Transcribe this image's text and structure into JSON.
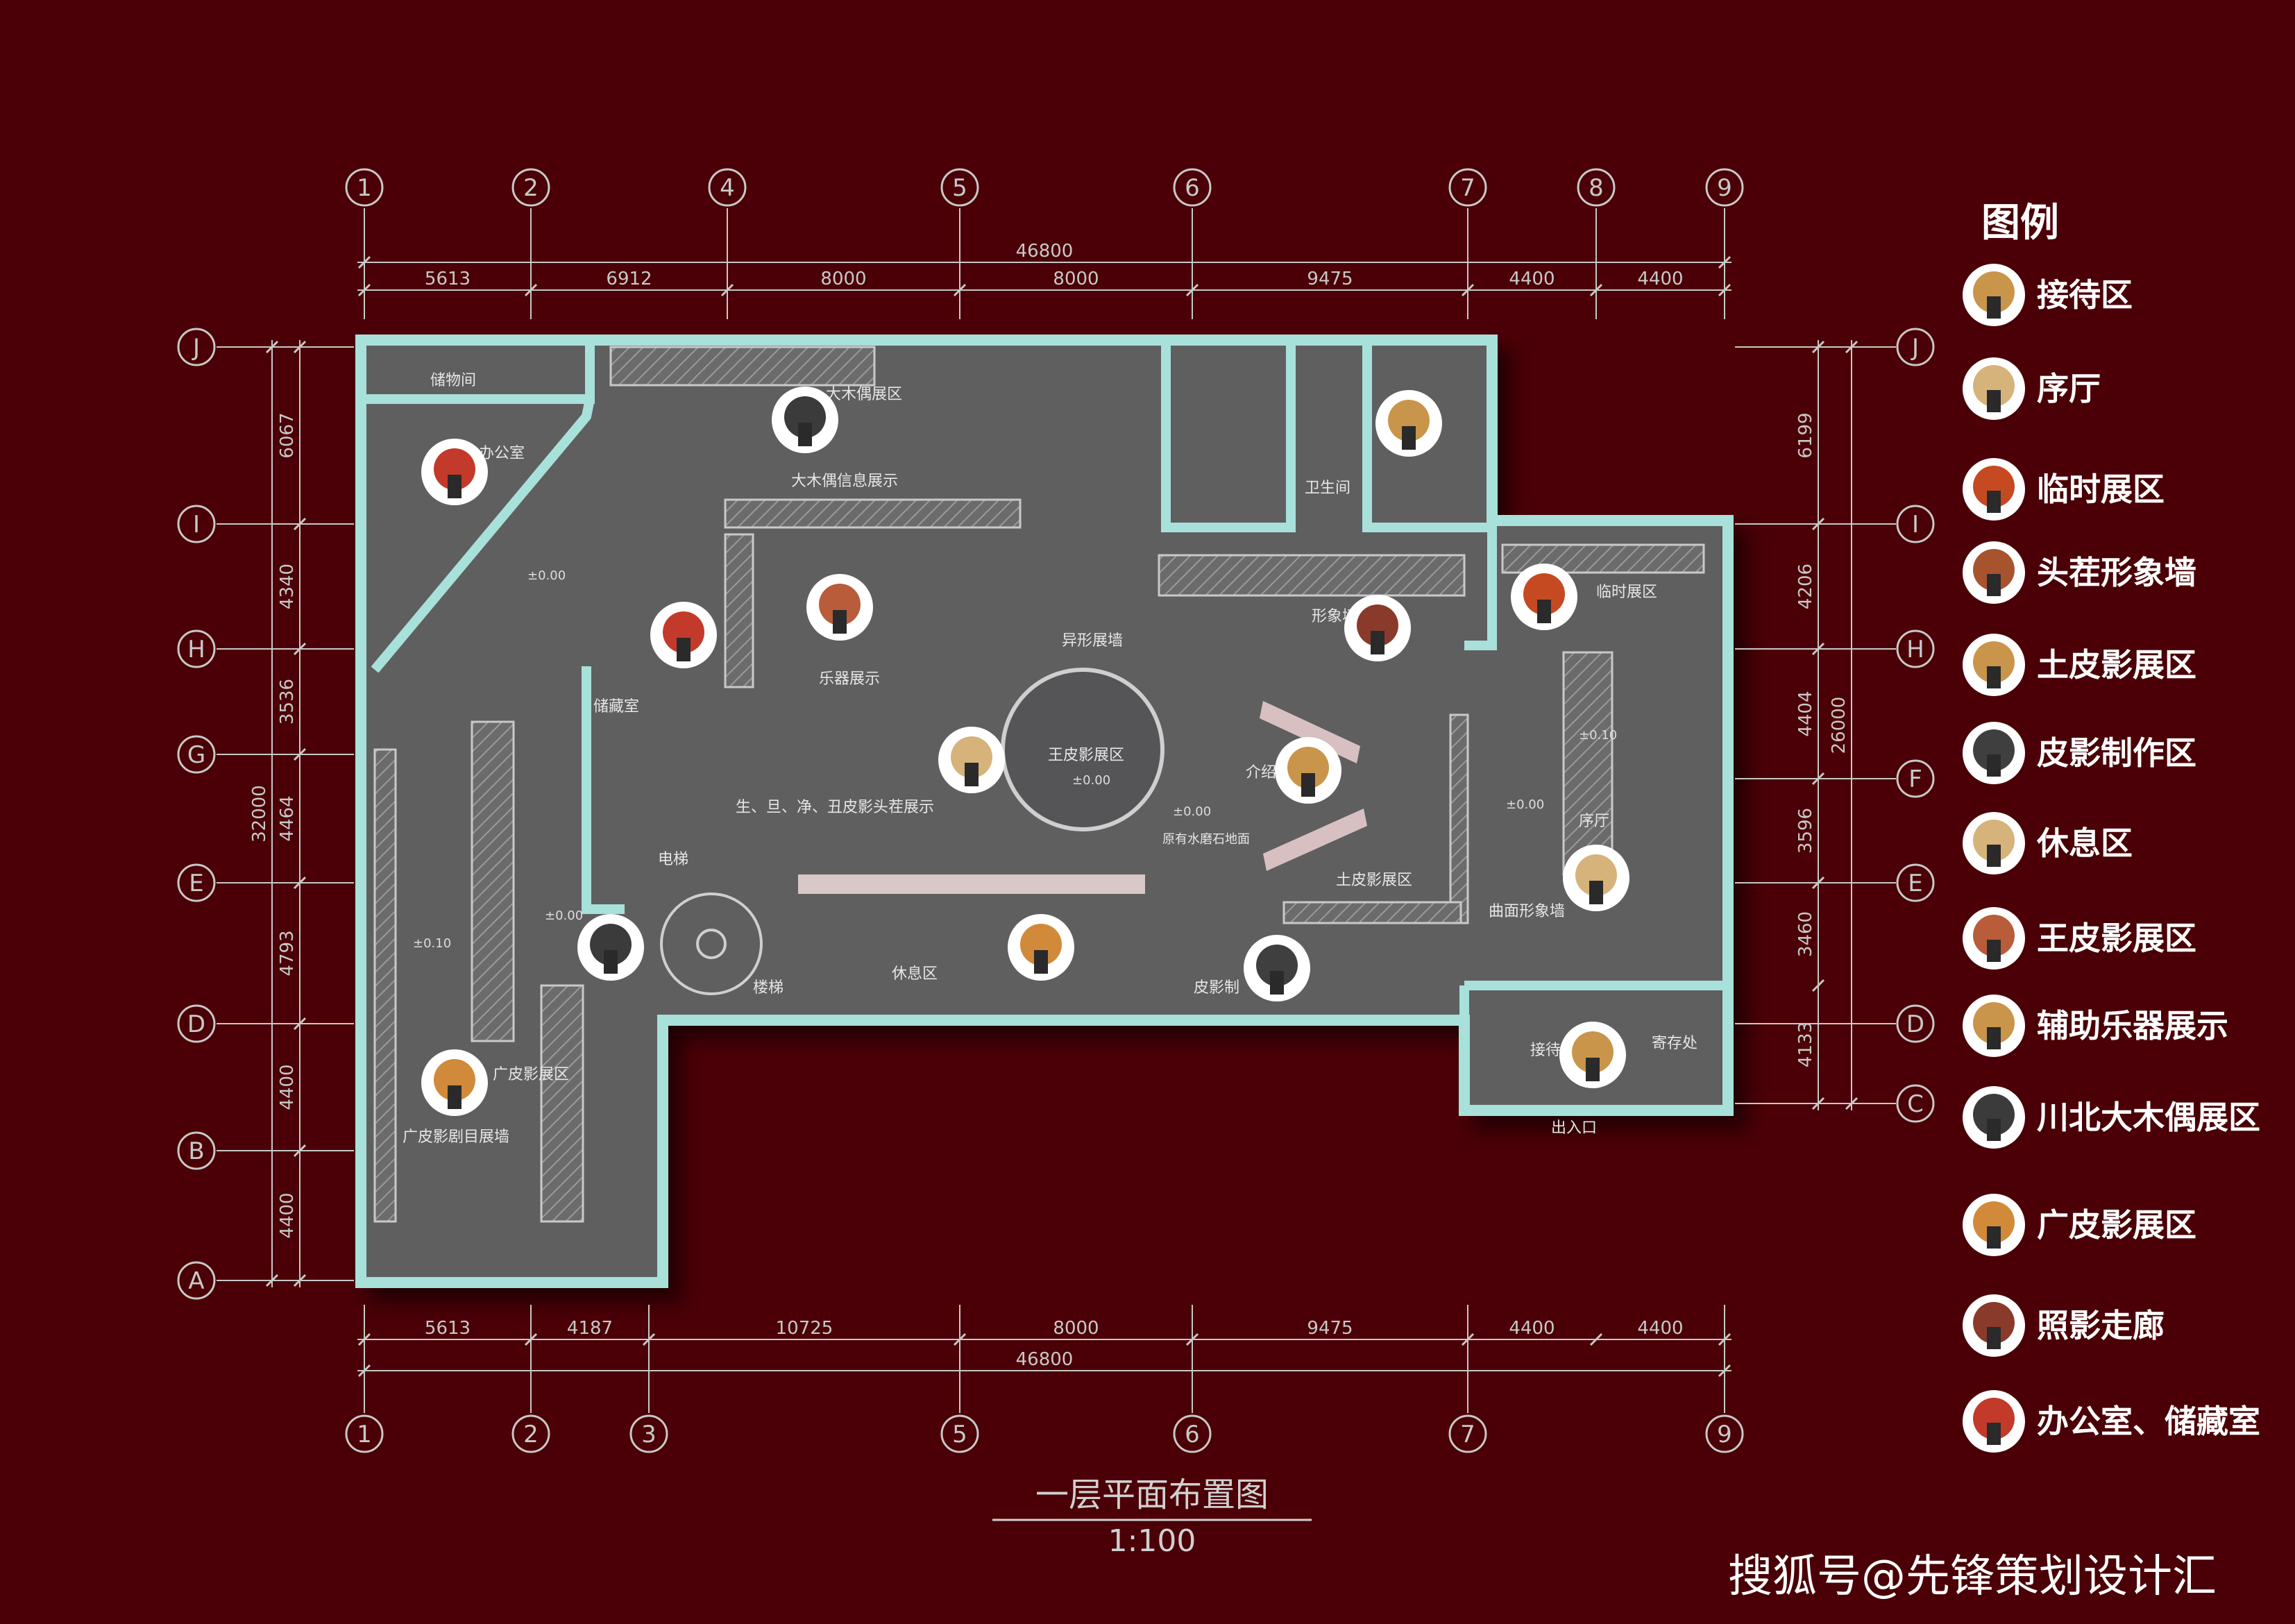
{
  "plan": {
    "axis_cols_top": [
      "1",
      "2",
      "4",
      "5",
      "6",
      "7",
      "8",
      "9"
    ],
    "axis_cols_bottom": [
      "1",
      "2",
      "3",
      "5",
      "6",
      "7",
      "9"
    ],
    "axis_rows_left": [
      "J",
      "I",
      "H",
      "G",
      "E",
      "D",
      "B",
      "A"
    ],
    "axis_rows_right": [
      "J",
      "I",
      "H",
      "F",
      "E",
      "D",
      "C"
    ],
    "dims_top_total": "46800",
    "dims_top": [
      "5613",
      "6912",
      "8000",
      "8000",
      "9475",
      "4400",
      "4400"
    ],
    "dims_bottom": [
      "5613",
      "4187",
      "10725",
      "8000",
      "9475",
      "4400",
      "4400"
    ],
    "dims_bottom_total": "46800",
    "dims_left": [
      "6067",
      "4340",
      "3536",
      "4464",
      "4793",
      "4400",
      "4400"
    ],
    "dims_left_total": "32000",
    "dims_right": [
      "6199",
      "4206",
      "4404",
      "3596",
      "3460",
      "4133"
    ],
    "dims_right_total": "26000",
    "rooms": {
      "storage": "储物间",
      "office": "办公室",
      "collection": "储藏室",
      "wc": "卫生间",
      "puppet_area": "大木偶展区",
      "puppet_info": "大木偶信息展示",
      "instruments": "乐器展示",
      "shaped_wall": "异形展墙",
      "image_wall": "形象墙",
      "temp": "临时展区",
      "wang_area": "王皮影展区",
      "heads": "生、旦、净、丑皮影头茬展示",
      "stone": "原有水磨石地面",
      "intro": "介绍",
      "tu_area": "土皮影展区",
      "preface": "序厅",
      "curved_wall": "曲面形象墙",
      "stairs": "楼梯",
      "rest": "休息区",
      "making": "皮影制",
      "guang_area": "广皮影展区",
      "guang_wall": "广皮影剧目展墙",
      "reception": "接待",
      "luggage": "寄存处",
      "entrance": "出入口",
      "elev": "电梯"
    },
    "levels": {
      "l000": "±0.00",
      "l010": "±0.10"
    },
    "title": "一层平面布置图",
    "scale": "1:100"
  },
  "legend": {
    "title": "图例",
    "items": [
      {
        "label": "接待区",
        "color": "#c9954a"
      },
      {
        "label": "序厅",
        "color": "#d6b37a"
      },
      {
        "label": "临时展区",
        "color": "#c54a22"
      },
      {
        "label": "头茬形象墙",
        "color": "#a7532e"
      },
      {
        "label": "土皮影展区",
        "color": "#c9954a"
      },
      {
        "label": "皮影制作区",
        "color": "#3f3f3f"
      },
      {
        "label": "休息区",
        "color": "#d6b37a"
      },
      {
        "label": "王皮影展区",
        "color": "#b85c3a"
      },
      {
        "label": "辅助乐器展示",
        "color": "#c9954a"
      },
      {
        "label": "川北大木偶展区",
        "color": "#3b3b3b"
      },
      {
        "label": "广皮影展区",
        "color": "#d08a3a"
      },
      {
        "label": "照影走廊",
        "color": "#8a3a2a"
      },
      {
        "label": "办公室、储藏室",
        "color": "#c33a2a"
      }
    ]
  },
  "watermark": "搜狐号@先锋策划设计汇"
}
